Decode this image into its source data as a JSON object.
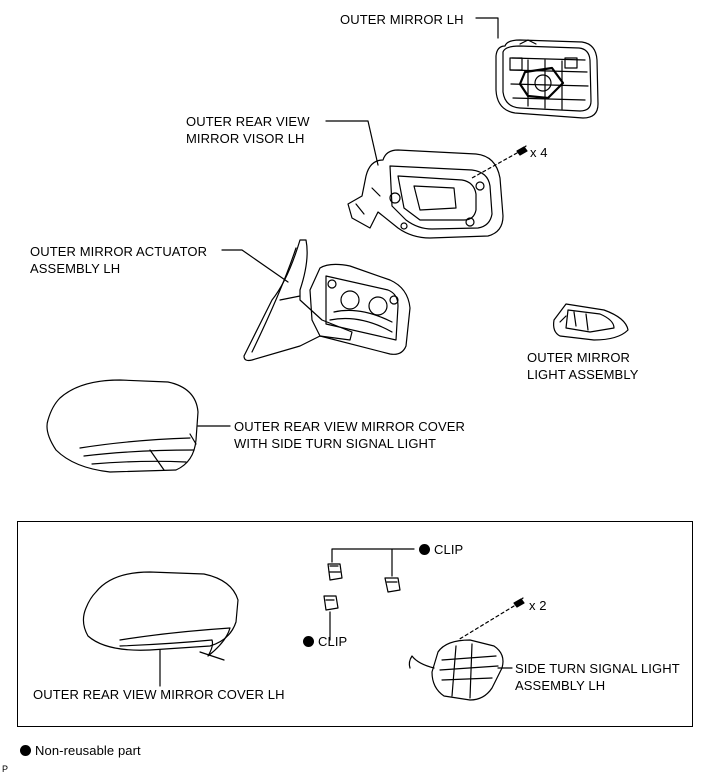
{
  "labels": {
    "outer_mirror": "OUTER MIRROR LH",
    "visor_line1": "OUTER REAR VIEW",
    "visor_line2": "MIRROR VISOR LH",
    "screw_qty_top": "x 4",
    "actuator_line1": "OUTER MIRROR ACTUATOR",
    "actuator_line2": "ASSEMBLY LH",
    "mirror_light_line1": "OUTER MIRROR",
    "mirror_light_line2": "LIGHT ASSEMBLY",
    "cover_signal_line1": "OUTER REAR VIEW MIRROR COVER",
    "cover_signal_line2": "WITH SIDE TURN SIGNAL LIGHT",
    "clip_top": "CLIP",
    "clip_bottom": "CLIP",
    "screw_qty_bottom": "x 2",
    "cover_lh": "OUTER REAR VIEW MIRROR COVER LH",
    "turn_signal_line1": "SIDE TURN SIGNAL LIGHT",
    "turn_signal_line2": "ASSEMBLY LH"
  },
  "legend": {
    "text": "Non-reusable part",
    "marker": "filled-circle"
  },
  "footer_code": "P",
  "colors": {
    "ink": "#000000",
    "background": "#ffffff"
  }
}
